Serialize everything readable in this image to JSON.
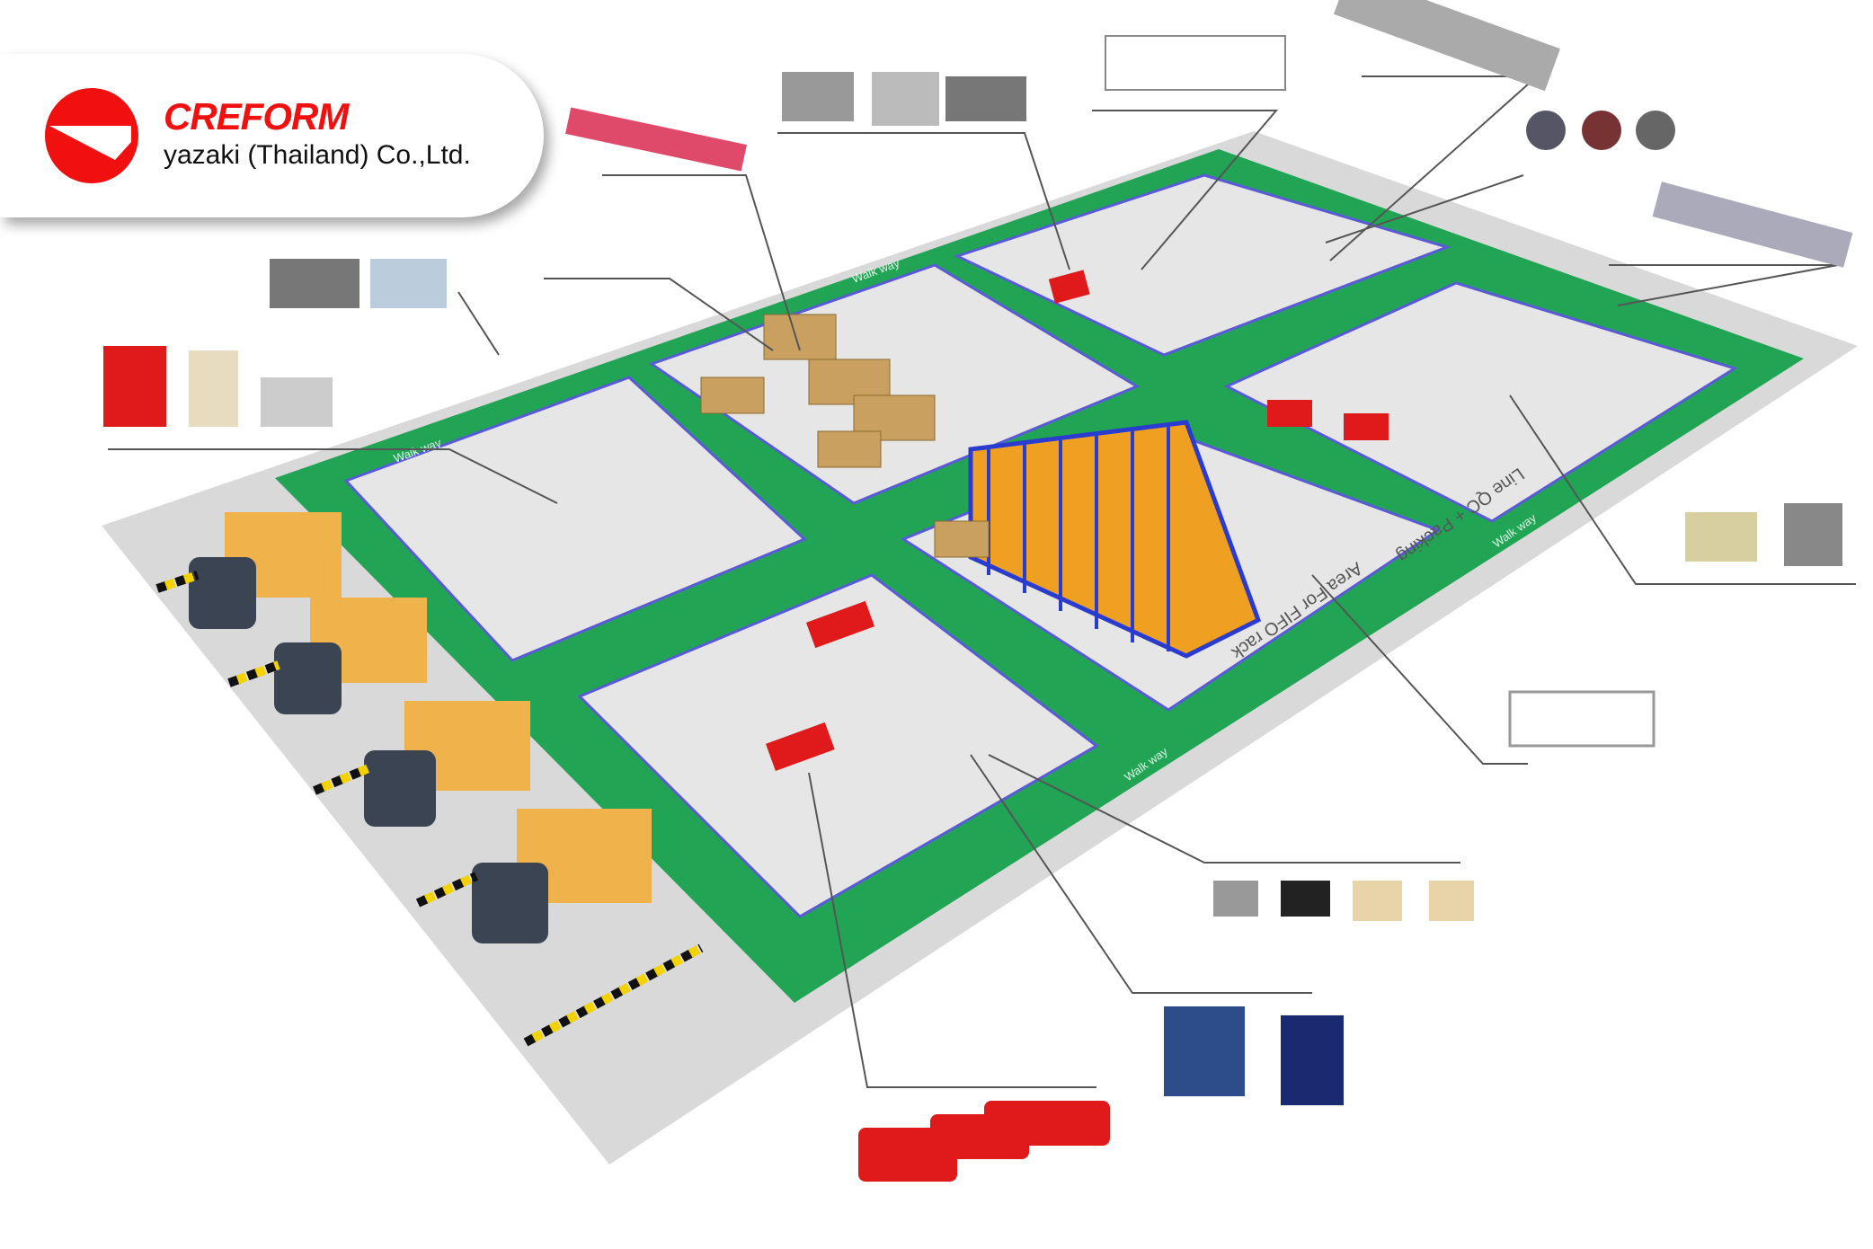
{
  "logo": {
    "brand": "CREFORM",
    "company": "yazaki (Thailand) Co.,Ltd.",
    "brand_color": "#f01010"
  },
  "zones": {
    "qc_packing": "Line QC + Packing",
    "fifo": "Area For FIFO rack",
    "walkway": "Walk way"
  },
  "colors": {
    "floor": "#d9d9d9",
    "walkway": "#22a455",
    "zone": "#e6e6e6",
    "zone_border": "#5a5ad8",
    "truck_cargo": "#f0b24a",
    "agv": "#e01a1a"
  }
}
